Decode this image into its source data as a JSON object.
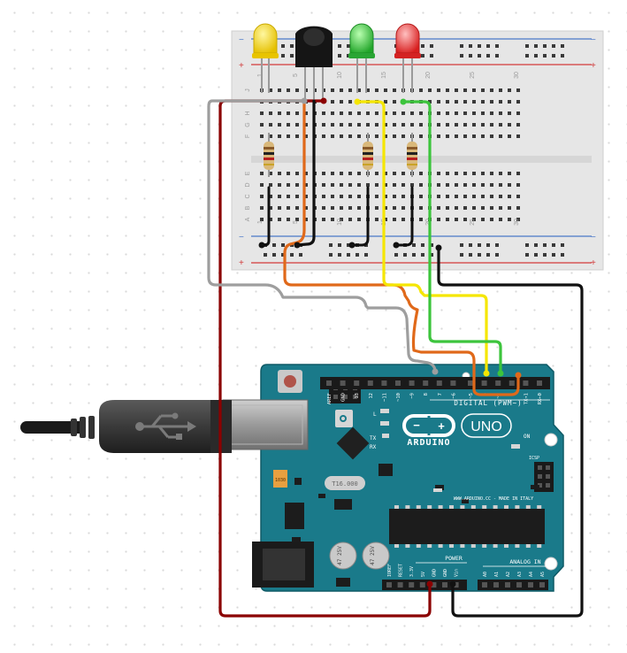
{
  "breadboard": {
    "row_letters_top": [
      "J",
      "I",
      "H",
      "G",
      "F"
    ],
    "row_letters_bottom": [
      "E",
      "D",
      "C",
      "B",
      "A"
    ],
    "column_numbers": [
      "1",
      "5",
      "10",
      "15",
      "20",
      "25",
      "30"
    ]
  },
  "components": {
    "led_yellow": {
      "label": "yellow LED",
      "color": "#f2d41c"
    },
    "ir_receiver": {
      "label": "IR receiver"
    },
    "led_green": {
      "label": "green LED",
      "color": "#3fbf3f"
    },
    "led_red": {
      "label": "red LED",
      "color": "#ef3b3b"
    }
  },
  "wire_colors": {
    "red": "#8b0000",
    "gray": "#9e9e9e",
    "orange": "#e0691a",
    "yellow": "#f5e600",
    "green": "#3cc43c",
    "black": "#111111"
  },
  "arduino": {
    "board_color": "#1a7a8a",
    "brand": "ARDUINO",
    "model": "UNO",
    "digital_label": "DIGITAL (PWM~)",
    "digital_pins": [
      "AREF",
      "GND",
      "13",
      "12",
      "~11",
      "~10",
      "~9",
      "8",
      "7",
      "~6",
      "~5",
      "4",
      "~3",
      "2",
      "TX→1",
      "RX←0"
    ],
    "power_label": "POWER",
    "power_pins": [
      "IOREF",
      "RESET",
      "3.3V",
      "5V",
      "GND",
      "GND",
      "Vin"
    ],
    "analog_label": "ANALOG IN",
    "analog_pins": [
      "A0",
      "A1",
      "A2",
      "A3",
      "A4",
      "A5"
    ],
    "tx_label": "TX",
    "rx_label": "RX",
    "on_label": "ON",
    "l_label": "L",
    "icsp_label": "ICSP",
    "website": "WWW.ARDUINO.CC - MADE IN ITALY",
    "crystal": "T16.000",
    "cap1": "47\n25V",
    "cap2": "47\n25V",
    "component_code": "1030"
  }
}
